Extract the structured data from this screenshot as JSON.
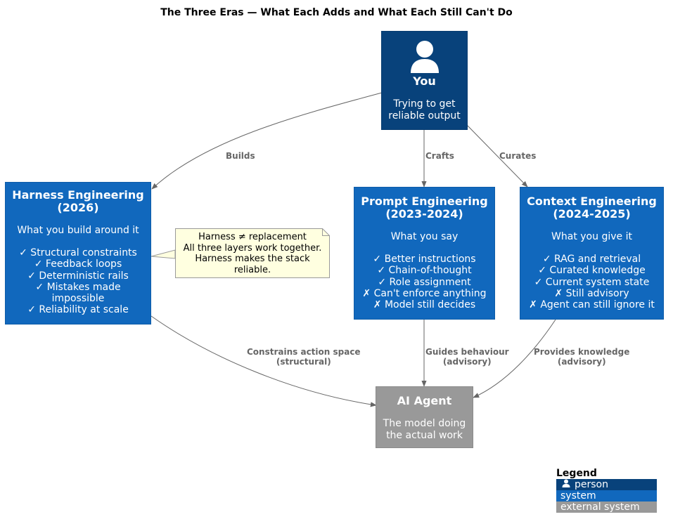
{
  "title": "The Three Eras — What Each Adds and What Each Still Can't Do",
  "nodes": {
    "you": {
      "title": "You",
      "lines": [
        "Trying to get",
        "reliable output"
      ],
      "icon": "person-icon"
    },
    "harness": {
      "title": [
        "Harness Engineering",
        "(2026)"
      ],
      "subtitle": "What you build around it",
      "lines": [
        "✓ Structural constraints",
        "✓ Feedback loops",
        "✓ Deterministic rails",
        "✓ Mistakes made",
        "impossible",
        "✓ Reliability at scale"
      ]
    },
    "prompt": {
      "title": [
        "Prompt Engineering",
        "(2023-2024)"
      ],
      "subtitle": "What you say",
      "lines": [
        "✓ Better instructions",
        "✓ Chain-of-thought",
        "✓ Role assignment",
        "✗ Can't enforce anything",
        "✗ Model still decides"
      ]
    },
    "context": {
      "title": [
        "Context Engineering",
        "(2024-2025)"
      ],
      "subtitle": "What you give it",
      "lines": [
        "✓ RAG and retrieval",
        "✓ Curated knowledge",
        "✓ Current system state",
        "✗ Still advisory",
        "✗ Agent can still ignore it"
      ]
    },
    "agent": {
      "title": "AI Agent",
      "lines": [
        "The model doing",
        "the actual work"
      ]
    }
  },
  "edges": {
    "builds": "Builds",
    "crafts": "Crafts",
    "curates": "Curates",
    "constrains": [
      "Constrains action space",
      "(structural)"
    ],
    "guides": [
      "Guides behaviour",
      "(advisory)"
    ],
    "provides": [
      "Provides knowledge",
      "(advisory)"
    ]
  },
  "note": [
    "Harness ≠ replacement",
    "All three layers work together.",
    "Harness makes the stack",
    "reliable."
  ],
  "legend": {
    "title": "Legend",
    "items": [
      "person",
      "system",
      "external system"
    ]
  },
  "colors": {
    "person": "#08427b",
    "system": "#1168bd",
    "external": "#999999",
    "edge": "#666666",
    "note": "#ffffe0"
  }
}
